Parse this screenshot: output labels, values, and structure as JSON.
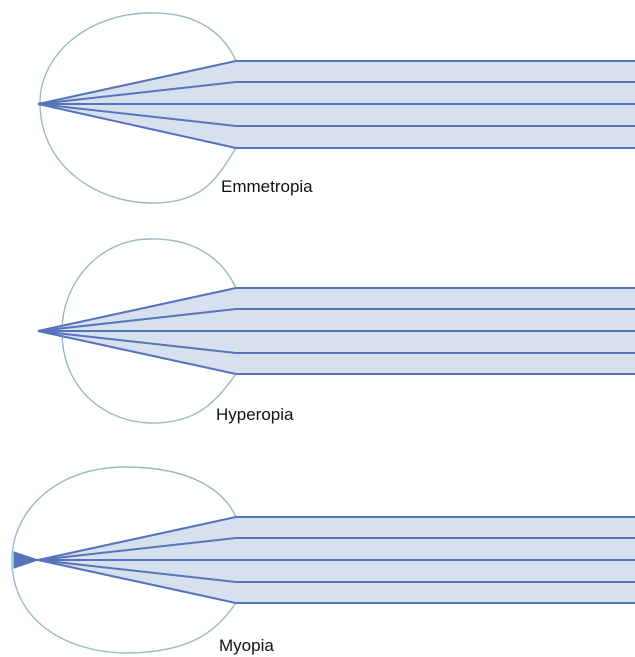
{
  "diagrams": [
    {
      "label": "Emmetropia"
    },
    {
      "label": "Hyperopia"
    },
    {
      "label": "Myopia"
    }
  ],
  "colors": {
    "beam_fill": "#d6e0ef",
    "ray": "#5674b9",
    "eye_outline": "#9bb8c6"
  }
}
